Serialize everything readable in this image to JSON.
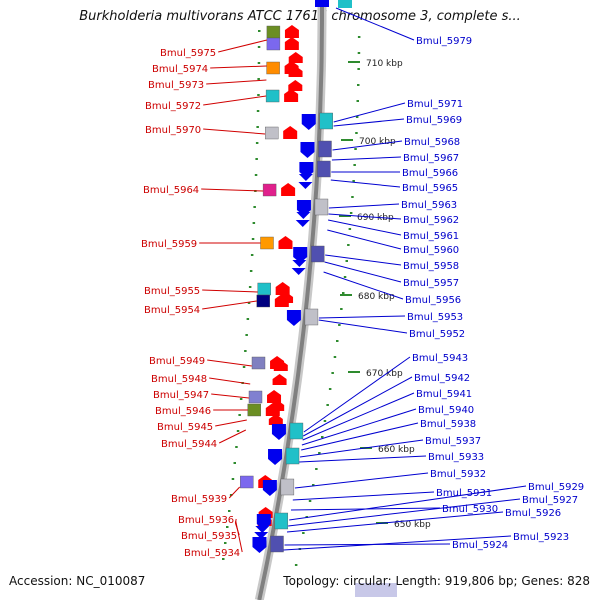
{
  "title": "Burkholderia multivorans ATCC 17616 chromosome 3, complete s...",
  "footer": {
    "accession": "Accession: NC_010087",
    "topology": "Topology: circular; Length: 919,806 bp; Genes: 828"
  },
  "colors": {
    "forward_label": "#cc0000",
    "reverse_label": "#0000cc",
    "backbone": "#808080",
    "tick": "#2e8b2e"
  },
  "kbp_markers": [
    "710 kbp",
    "700 kbp",
    "690 kbp",
    "680 kbp",
    "670 kbp",
    "660 kbp",
    "650 kbp"
  ],
  "forward_genes": [
    "Bmul_5975",
    "Bmul_5974",
    "Bmul_5973",
    "Bmul_5972",
    "Bmul_5970",
    "Bmul_5964",
    "Bmul_5959",
    "Bmul_5955",
    "Bmul_5954",
    "Bmul_5949",
    "Bmul_5948",
    "Bmul_5947",
    "Bmul_5946",
    "Bmul_5945",
    "Bmul_5944",
    "Bmul_5939",
    "Bmul_5936",
    "Bmul_5935",
    "Bmul_5934"
  ],
  "reverse_genes": [
    "Bmul_5979",
    "Bmul_5971",
    "Bmul_5969",
    "Bmul_5968",
    "Bmul_5967",
    "Bmul_5966",
    "Bmul_5965",
    "Bmul_5963",
    "Bmul_5962",
    "Bmul_5961",
    "Bmul_5960",
    "Bmul_5958",
    "Bmul_5957",
    "Bmul_5956",
    "Bmul_5953",
    "Bmul_5952",
    "Bmul_5943",
    "Bmul_5942",
    "Bmul_5941",
    "Bmul_5940",
    "Bmul_5938",
    "Bmul_5937",
    "Bmul_5933",
    "Bmul_5932",
    "Bmul_5931",
    "Bmul_5930",
    "Bmul_5929",
    "Bmul_5927",
    "Bmul_5926",
    "Bmul_5924",
    "Bmul_5923"
  ]
}
